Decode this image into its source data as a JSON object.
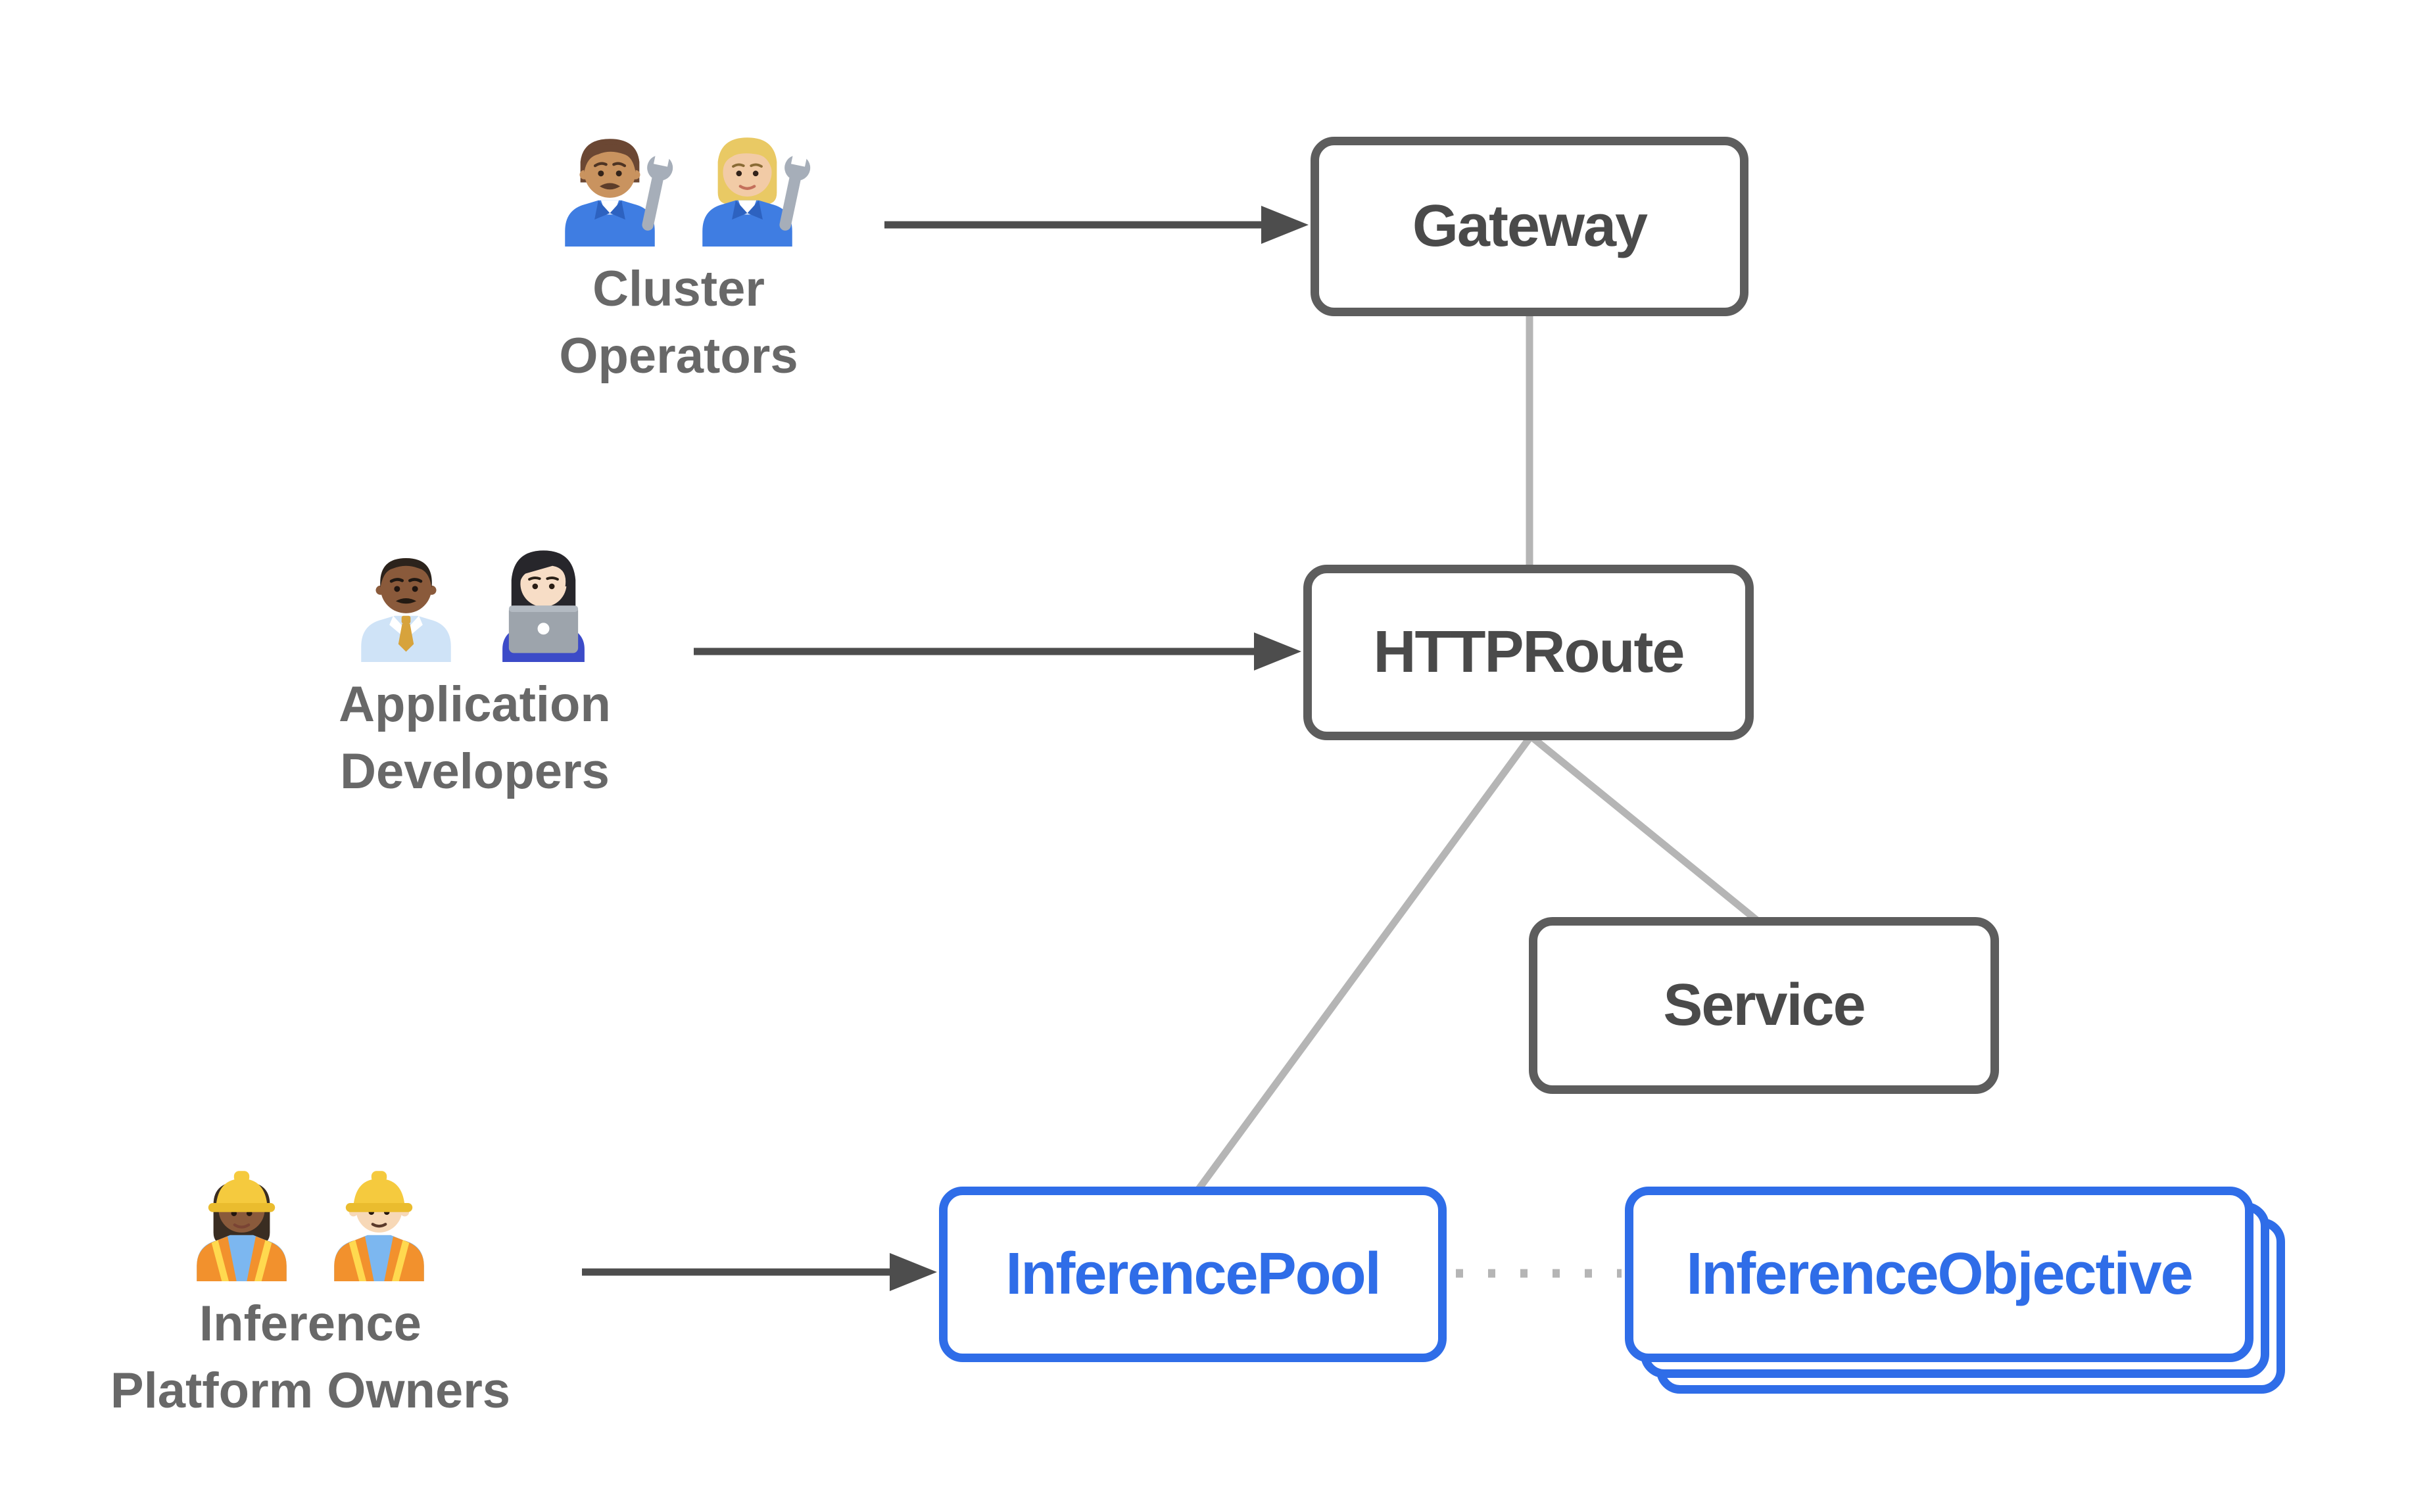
{
  "diagram": {
    "personas": [
      {
        "id": "cluster-operators",
        "label_lines": [
          "Cluster",
          "Operators"
        ],
        "icons": [
          "man-mechanic-emoji",
          "woman-mechanic-emoji"
        ]
      },
      {
        "id": "application-developers",
        "label_lines": [
          "Application",
          "Developers"
        ],
        "icons": [
          "man-office-worker-emoji",
          "woman-technologist-emoji"
        ]
      },
      {
        "id": "inference-platform-owners",
        "label_lines": [
          "Inference",
          "Platform Owners"
        ],
        "icons": [
          "woman-construction-worker-emoji",
          "man-construction-worker-emoji"
        ]
      }
    ],
    "nodes": {
      "gateway": {
        "label": "Gateway"
      },
      "httproute": {
        "label": "HTTPRoute"
      },
      "service": {
        "label": "Service"
      },
      "inference_pool": {
        "label": "InferencePool"
      },
      "inference_objective": {
        "label": "InferenceObjective",
        "stack_count": 3
      }
    },
    "colors": {
      "box_border": "#5d5d5d",
      "box_text": "#4a4a4a",
      "accent_blue": "#2f6de8",
      "connector": "#b5b5b5",
      "arrow": "#4d4d4d",
      "persona_text": "#686868"
    }
  }
}
